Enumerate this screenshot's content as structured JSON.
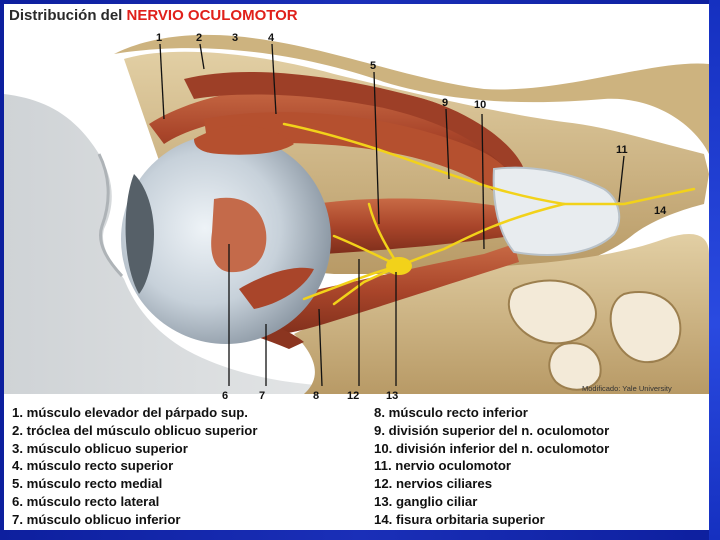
{
  "title": {
    "prefix": "Distribución del",
    "highlight": "NERVIO OCULOMOTOR"
  },
  "credit": "Modificado: Yale University",
  "callouts": [
    "1",
    "2",
    "3",
    "4",
    "5",
    "9",
    "10",
    "11",
    "14",
    "6",
    "7",
    "8",
    "12",
    "13"
  ],
  "legend_left": [
    "1. músculo elevador del párpado sup.",
    "2. tróclea del músculo oblicuo superior",
    "3. músculo oblicuo superior",
    "4. músculo recto superior",
    "5. músculo recto medial",
    "6. músculo recto lateral",
    "7. músculo oblicuo inferior"
  ],
  "legend_right": [
    "8.   músculo recto inferior",
    "9.   división superior del n. oculomotor",
    "10. división inferior del n. oculomotor",
    "11. nervio oculomotor",
    "12. nervios ciliares",
    "13. ganglio ciliar",
    "14. fisura orbitaria superior"
  ],
  "colors": {
    "title_highlight": "#e0201a",
    "muscle": "#b5502f",
    "bone": "#d8c295",
    "nerve": "#f2d21a",
    "globe": "#c9d3db"
  }
}
